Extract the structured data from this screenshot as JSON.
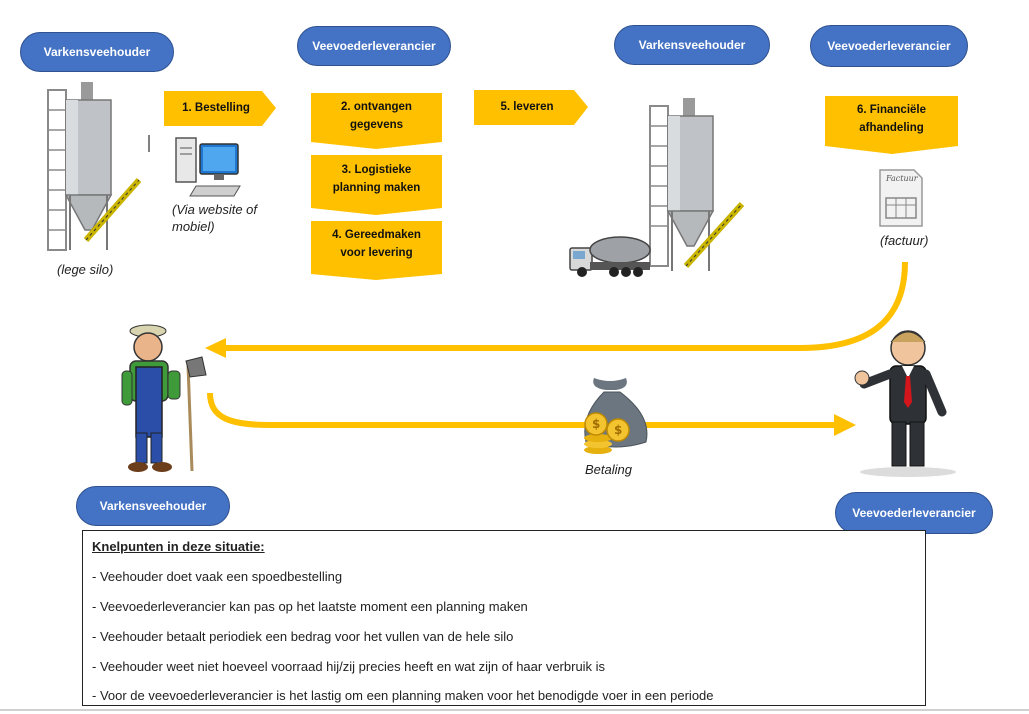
{
  "top_row": {
    "actor_pills": [
      "Varkensveehouder",
      "Veevoederleverancier",
      "Varkensveehouder",
      "Veevoederleverancier"
    ],
    "steps": {
      "step1": "1. Bestelling",
      "step2": "2. ontvangen gegevens",
      "step3": "3. Logistieke planning maken",
      "step4": "4. Gereedmaken voor levering",
      "step5": "5. leveren",
      "step6": "6. Financiële afhandeling"
    },
    "captions": {
      "empty_silo": "(lege silo)",
      "order_channel": "(Via website of mobiel)",
      "invoice": "(factuur)"
    },
    "invoice_icon_label": "Factuur"
  },
  "bottom_row": {
    "farmer_pill": "Varkensveehouder",
    "supplier_pill": "Veevoederleverancier",
    "payment_caption": "Betaling"
  },
  "notes": {
    "title": "Knelpunten in deze situatie:",
    "items": [
      "- Veehouder doet vaak een spoedbestelling",
      "- Veevoederleverancier kan pas op het laatste moment een planning maken",
      "- Veehouder betaalt periodiek een bedrag voor het vullen van de hele silo",
      "- Veehouder weet niet hoeveel voorraad hij/zij precies heeft en wat zijn of haar verbruik is",
      "- Voor de veevoederleverancier is het lastig om een planning maken voor het benodigde voer in een periode"
    ]
  },
  "colors": {
    "pill_blue": "#4472c4",
    "step_yellow": "#ffc000",
    "arrow_yellow": "#ffc000"
  },
  "icons": [
    "silo-icon",
    "computer-icon",
    "tanker-truck-icon",
    "invoice-icon",
    "farmer-icon",
    "businessman-icon",
    "money-bag-icon"
  ]
}
